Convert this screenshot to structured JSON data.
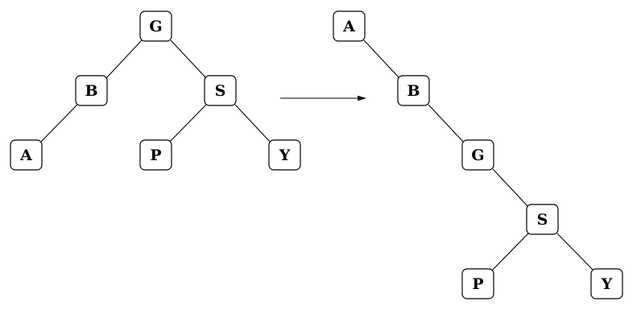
{
  "trees": [
    {
      "id": "before",
      "nodes": [
        {
          "id": "t1-g",
          "label": "G"
        },
        {
          "id": "t1-b",
          "label": "B"
        },
        {
          "id": "t1-s",
          "label": "S"
        },
        {
          "id": "t1-a",
          "label": "A"
        },
        {
          "id": "t1-p",
          "label": "P"
        },
        {
          "id": "t1-y",
          "label": "Y"
        }
      ],
      "edges": [
        [
          "t1-g",
          "t1-b"
        ],
        [
          "t1-g",
          "t1-s"
        ],
        [
          "t1-b",
          "t1-a"
        ],
        [
          "t1-s",
          "t1-p"
        ],
        [
          "t1-s",
          "t1-y"
        ]
      ]
    },
    {
      "id": "after",
      "nodes": [
        {
          "id": "t2-a",
          "label": "A"
        },
        {
          "id": "t2-b",
          "label": "B"
        },
        {
          "id": "t2-g",
          "label": "G"
        },
        {
          "id": "t2-s",
          "label": "S"
        },
        {
          "id": "t2-p",
          "label": "P"
        },
        {
          "id": "t2-y",
          "label": "Y"
        }
      ],
      "edges": [
        [
          "t2-a",
          "t2-b"
        ],
        [
          "t2-b",
          "t2-g"
        ],
        [
          "t2-g",
          "t2-s"
        ],
        [
          "t2-s",
          "t2-p"
        ],
        [
          "t2-s",
          "t2-y"
        ]
      ]
    }
  ]
}
